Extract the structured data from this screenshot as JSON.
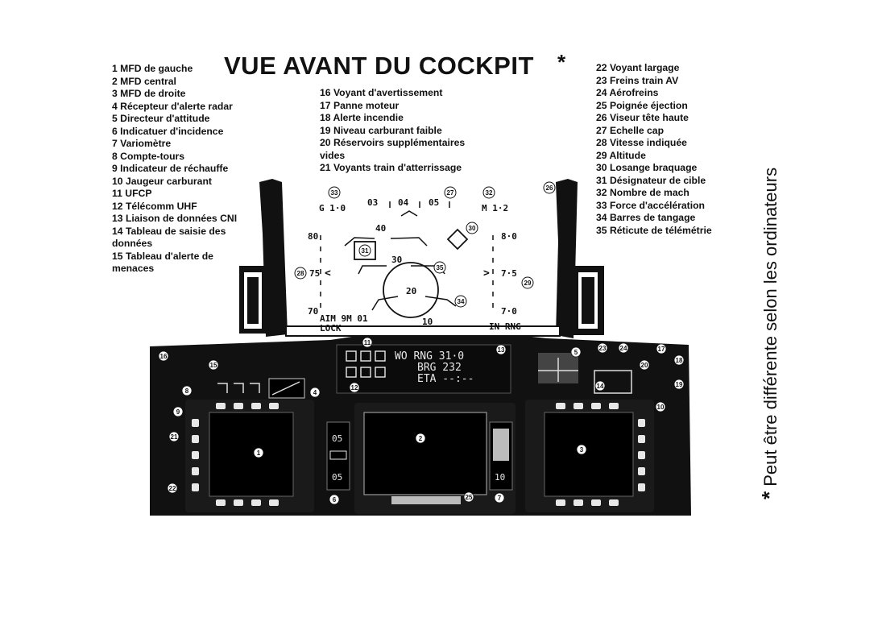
{
  "title": "VUE AVANT DU COCKPIT",
  "title_star": "*",
  "side_note": {
    "star": "*",
    "text": "Peut être différente selon les ordinateurs"
  },
  "legend": [
    "1 MFD de gauche",
    "2 MFD central",
    "3 MFD de droite",
    "4 Récepteur d'alerte radar",
    "5 Directeur d'attitude",
    "6 Indicatuer d'incidence",
    "7 Variomètre",
    "8 Compte-tours",
    "9 Indicateur de réchauffe",
    "10 Jaugeur carburant",
    "11 UFCP",
    "12 Télécomm UHF",
    "13 Liaison de données CNI",
    "14 Tableau de saisie des données",
    "15 Tableau d'alerte de menaces",
    "16 Voyant d'avertissement",
    "17 Panne moteur",
    "18 Alerte incendie",
    "19 Niveau carburant faible",
    "20 Réservoirs supplémentaires vides",
    "21 Voyants train d'atterrissage",
    "22 Voyant largage",
    "23 Freins train AV",
    "24 Aérofreins",
    "25 Poignée éjection",
    "26 Viseur tête haute",
    "27 Echelle cap",
    "28 Vitesse indiquée",
    "29 Altitude",
    "30 Losange braquage",
    "31 Désignateur de cible",
    "32 Nombre de mach",
    "33 Force d'accélération",
    "34 Barres de tangage",
    "35 Réticute de télémétrie"
  ],
  "hud": {
    "g": "G 1·0",
    "mach": "M 1·2",
    "heading": [
      "03",
      "04",
      "05"
    ],
    "speed": [
      "80",
      "75",
      "70"
    ],
    "altitude": [
      "8·0",
      "7·5",
      "7·0"
    ],
    "pitch": [
      "40",
      "30",
      "20",
      "10"
    ],
    "mode": "AIM 9M  01",
    "lock": "LOCK",
    "range_status": "IN RNG"
  },
  "ufcp": {
    "line1": "WO RNG  31·0",
    "line2": "BRG  232",
    "line3": "ETA --:--"
  },
  "gauges": {
    "left_top": "05",
    "left_bottom": "05",
    "right_bottom": "10"
  },
  "callouts": [
    "1",
    "2",
    "3",
    "4",
    "5",
    "6",
    "7",
    "8",
    "9",
    "10",
    "11",
    "12",
    "13",
    "14",
    "15",
    "16",
    "17",
    "18",
    "19",
    "20",
    "21",
    "22",
    "23",
    "24",
    "25",
    "26",
    "27",
    "28",
    "29",
    "30",
    "31",
    "32",
    "33",
    "34",
    "35"
  ]
}
